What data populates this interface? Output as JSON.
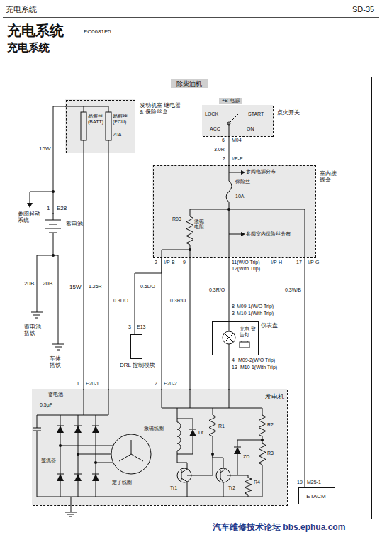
{
  "diagram": {
    "title": "充电系统",
    "nodes": [
      {
        "text": [
          "除柴油机"
        ]
      },
      {
        "text": [
          "发动机室 继电器 & 保险丝盒"
        ],
        "in": 0
      },
      {
        "text": [
          "+B 电源",
          "点火开关"
        ],
        "in": 0
      },
      {
        "text": [
          "室内接线盒"
        ],
        "in": 0
      },
      {
        "text": [
          "蓄电池"
        ],
        "in": 0
      },
      {
        "text": [
          "DRL 控制模块"
        ],
        "in": 0
      },
      {
        "text": [
          "充电 警告灯",
          "仪表盘"
        ],
        "in": 0
      },
      {
        "text": [
          "发电机"
        ],
        "in": 0
      },
      {
        "text": [
          "ETACM"
        ],
        "in": 0
      }
    ],
    "edges": [
      {
        "from": 1,
        "to": 4,
        "arrow": "none"
      },
      {
        "from": 1,
        "to": 7,
        "arrow": "none"
      },
      {
        "from": 1,
        "to": 7,
        "arrow": "none"
      },
      {
        "from": 2,
        "to": 3,
        "arrow": "none"
      },
      {
        "from": 3,
        "to": 5,
        "arrow": "none"
      },
      {
        "from": 3,
        "to": 7,
        "arrow": "none"
      },
      {
        "from": 3,
        "to": 7,
        "arrow": "none"
      },
      {
        "from": 3,
        "to": 6,
        "arrow": "none"
      },
      {
        "from": 6,
        "to": 7,
        "arrow": "none"
      },
      {
        "from": 3,
        "to": 8,
        "arrow": "none"
      }
    ],
    "labels": [
      "充电系统",
      "SD-35",
      "EC0681E5",
      "充电系统",
      "易熔丝 (BATT)",
      "易熔丝 (ECU)",
      "20A",
      "LOCK",
      "START",
      "ACC",
      "ON",
      "6",
      "M04",
      "3.0R",
      "2",
      "I/P-E",
      "参阅电源分布",
      "保险丝",
      "10A",
      "R03",
      "激磁 电阻",
      "参阅室内保险丝分布",
      "2",
      "I/P-B",
      "9",
      "11(W/O Trip)",
      "12(With Trip)",
      "I/P-H",
      "17",
      "I/P-G",
      "1",
      "E28",
      "参阅起动系统",
      "15W",
      "20B",
      "20B",
      "15W",
      "1.25R",
      "0.3L/O",
      "0.5L/O",
      "0.3R/O",
      "0.3R/O",
      "0.3W/B",
      "蓄电池 搭铁",
      "车体 搭铁",
      "3",
      "E13",
      "8",
      "M09-1(W/O Trip)",
      "3",
      "M10-1(With Trip)",
      "4",
      "M09-2(W/O Trip)",
      "13",
      "M10-1(With Trip)",
      "1",
      "E20-1",
      "2",
      "E20-2",
      "19",
      "M25-1",
      "蓄电池",
      "0.5μF",
      "整流器",
      "定子线圈",
      "激磁线圈",
      "Df",
      "R1",
      "R2",
      "R3",
      "R4",
      "ZD",
      "Tr1",
      "Tr2",
      "汽车维修技术论坛 bbs.ephua.com"
    ]
  }
}
